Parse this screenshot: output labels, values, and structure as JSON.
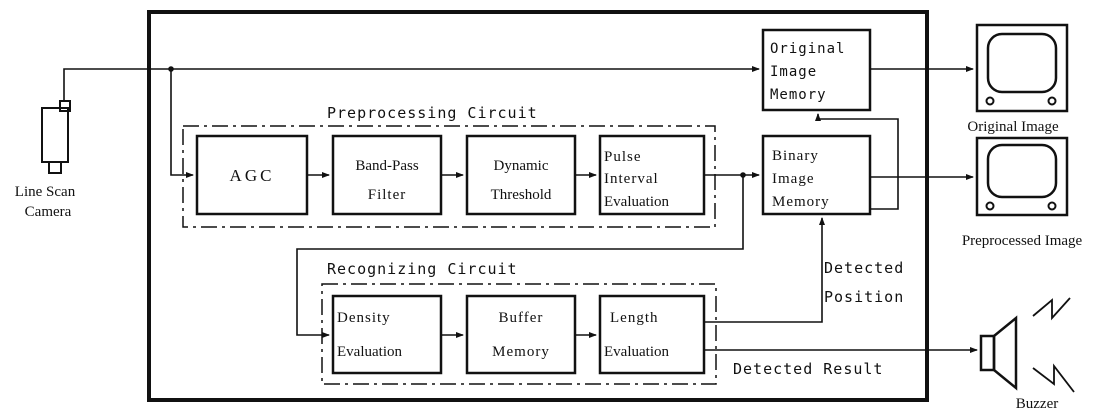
{
  "camera": {
    "label_line1": "Line Scan",
    "label_line2": "Camera"
  },
  "preprocessing": {
    "title": "Preprocessing Circuit",
    "agc": "AGC",
    "bandpass": [
      "Band-Pass",
      "Filter"
    ],
    "dynamic_threshold": [
      "Dynamic",
      "Threshold"
    ],
    "pulse_interval": [
      "Pulse",
      "Interval",
      "Evaluation"
    ]
  },
  "original_memory": [
    "Original",
    "Image",
    "Memory"
  ],
  "binary_memory": [
    "Binary",
    "Image",
    "Memory"
  ],
  "recognizing": {
    "title": "Recognizing Circuit",
    "density": [
      "Density",
      "Evaluation"
    ],
    "buffer": [
      "Buffer",
      "Memory"
    ],
    "length": [
      "Length",
      "Evaluation"
    ]
  },
  "detected_position": [
    "Detected",
    "Position"
  ],
  "detected_result": "Detected Result",
  "monitors": {
    "original": "Original Image",
    "preprocessed": "Preprocessed Image"
  },
  "buzzer": "Buzzer",
  "colors": {
    "ink": "#111111",
    "background": "#ffffff"
  }
}
